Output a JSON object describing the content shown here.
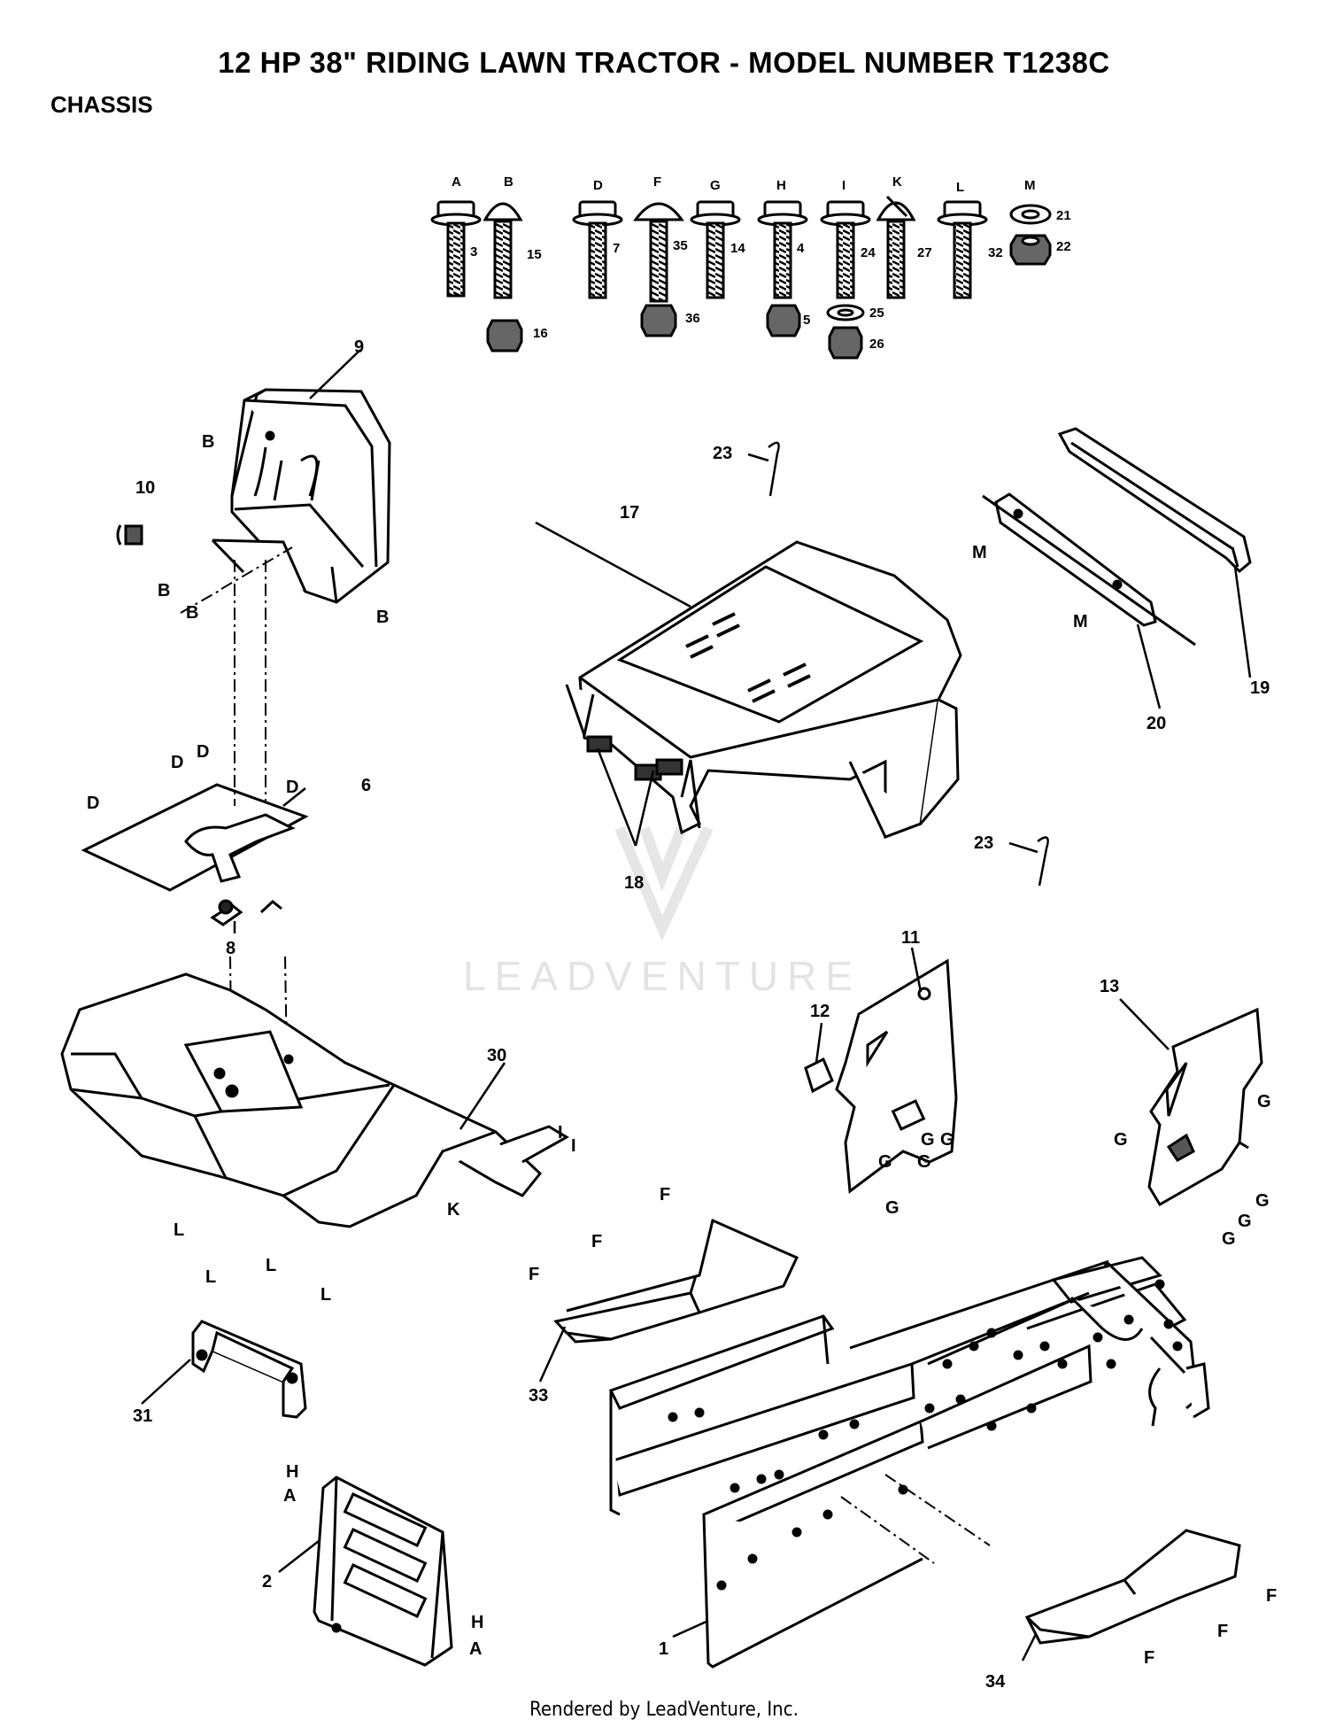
{
  "title": "12 HP 38\" RIDING LAWN TRACTOR - MODEL NUMBER T1238C",
  "section": "CHASSIS",
  "footer": "Rendered by LeadVenture, Inc.",
  "watermark": "LEADVENTURE",
  "hardware": [
    {
      "letter": "A",
      "bolt_num": "3"
    },
    {
      "letter": "B",
      "bolt_num": "15",
      "nut_num": "16"
    },
    {
      "letter": "D",
      "bolt_num": "7"
    },
    {
      "letter": "F",
      "bolt_num": "35",
      "nut_num": "36"
    },
    {
      "letter": "G",
      "bolt_num": "14"
    },
    {
      "letter": "H",
      "bolt_num": "4",
      "nut_num": "5"
    },
    {
      "letter": "I",
      "bolt_num": "24",
      "washer_num": "25",
      "nut_num": "26"
    },
    {
      "letter": "K",
      "bolt_num": "27"
    },
    {
      "letter": "L",
      "bolt_num": "32"
    },
    {
      "letter": "M",
      "washer_num": "21",
      "nut_num": "22"
    }
  ],
  "callouts": {
    "c1": "1",
    "c2": "2",
    "c6": "6",
    "c8": "8",
    "c9": "9",
    "c10": "10",
    "c11": "11",
    "c12": "12",
    "c13": "13",
    "c17": "17",
    "c18": "18",
    "c19": "19",
    "c20": "20",
    "c23a": "23",
    "c23b": "23",
    "c30": "30",
    "c31": "31",
    "c33": "33",
    "c34": "34"
  },
  "letter_tags": {
    "B": "B",
    "D": "D",
    "F": "F",
    "G": "G",
    "H": "H",
    "A": "A",
    "I": "I",
    "K": "K",
    "L": "L",
    "M": "M"
  }
}
